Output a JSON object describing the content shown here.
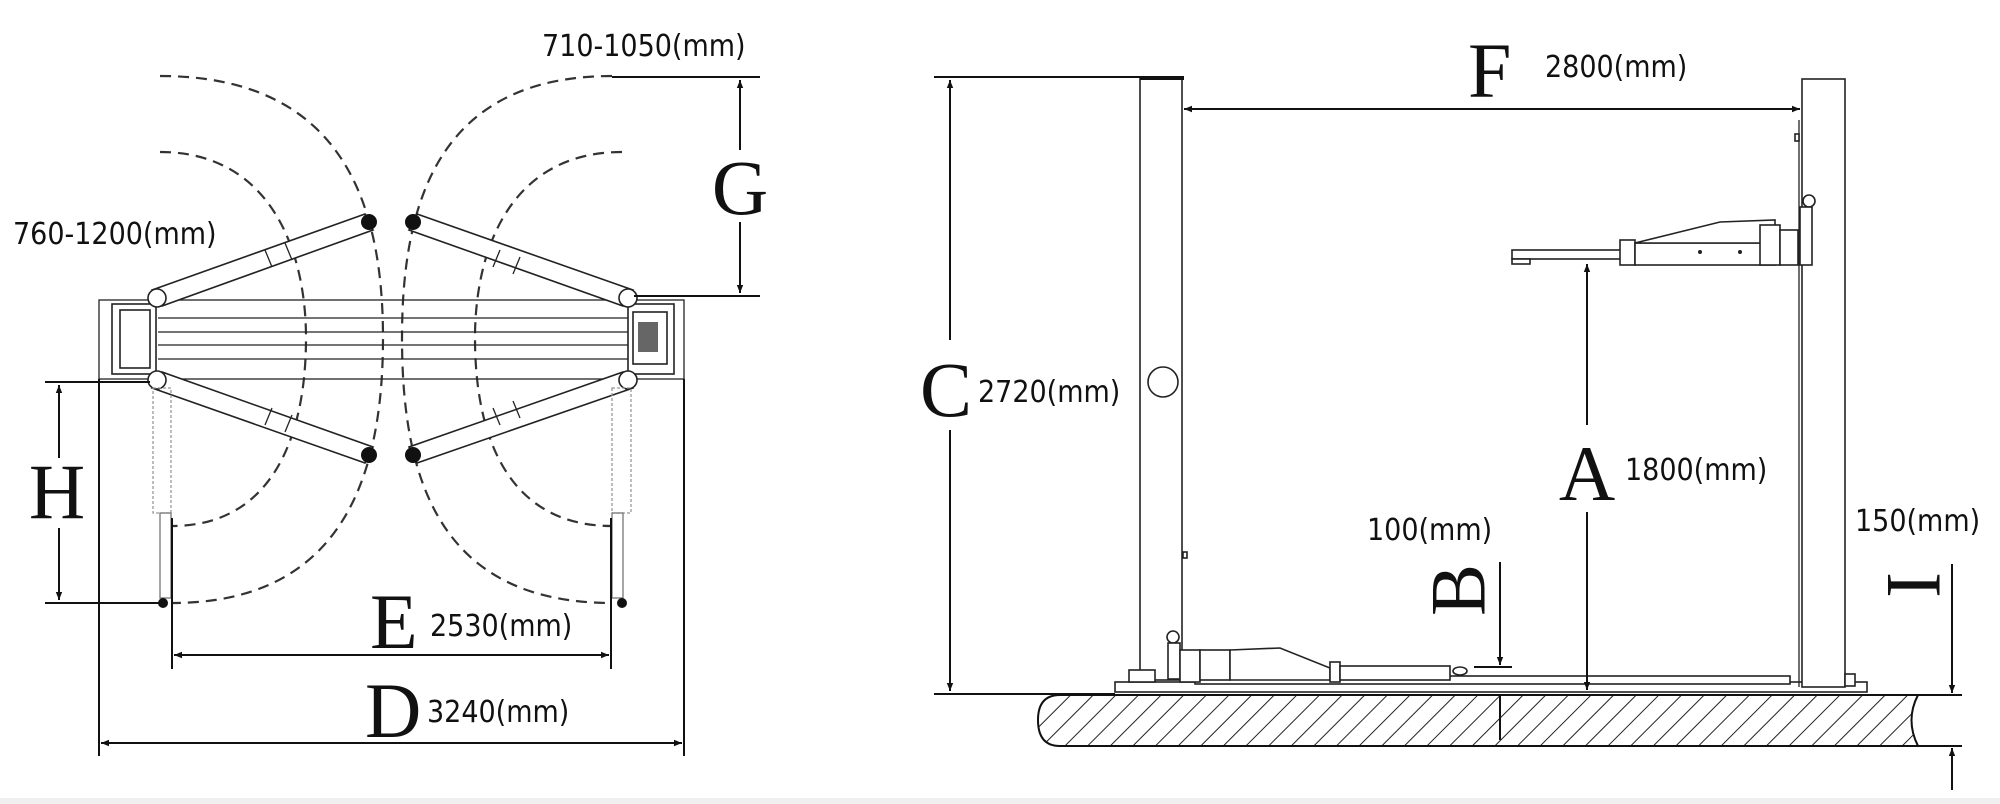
{
  "top_view": {
    "arm_reach_long": "710-1050(mm)",
    "arm_reach_short": "760-1200(mm)",
    "labels": {
      "G": "G",
      "H": "H",
      "E": "E",
      "D": "D"
    },
    "E_value": "2530(mm)",
    "D_value": "3240(mm)"
  },
  "side_view": {
    "labels": {
      "C": "C",
      "F": "F",
      "A": "A",
      "B": "B",
      "I": "I"
    },
    "C_value": "2720(mm)",
    "F_value": "2800(mm)",
    "A_value": "1800(mm)",
    "B_value": "100(mm)",
    "I_value": "150(mm)"
  }
}
